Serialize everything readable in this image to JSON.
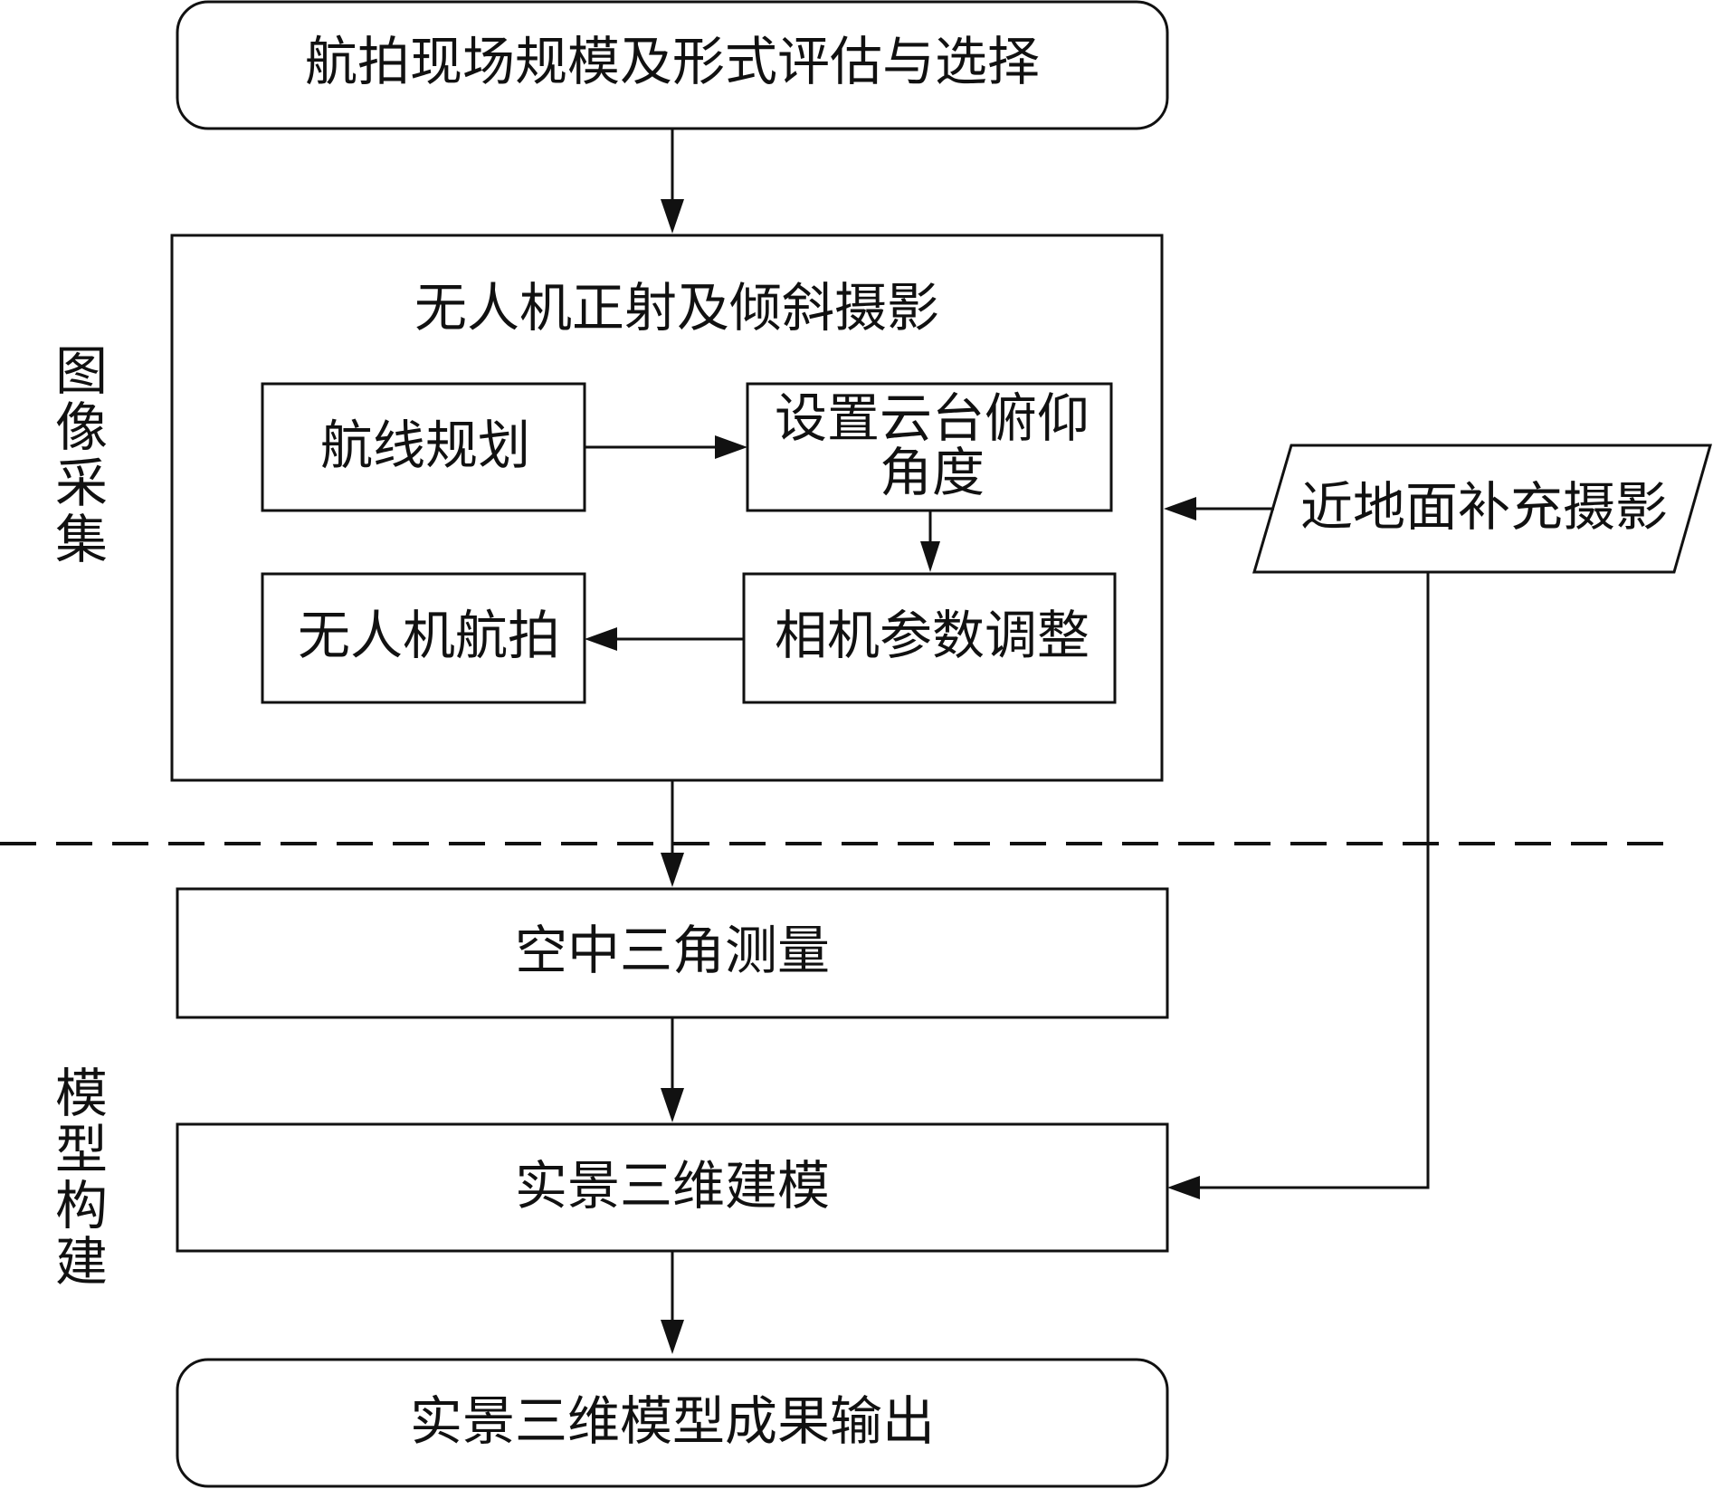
{
  "nodes": {
    "site_eval": "航拍现场规模及形式评估与选择",
    "uav_group_title": "无人机正射及倾斜摄影",
    "route_planning": "航线规划",
    "gimbal_angle_line1": "设置云台俯仰",
    "gimbal_angle_line2": "角度",
    "uav_shooting": "无人机航拍",
    "camera_params": "相机参数调整",
    "near_ground": "近地面补充摄影",
    "aerial_triangulation": "空中三角测量",
    "reality_modeling": "实景三维建模",
    "model_output": "实景三维模型成果输出"
  },
  "side_labels": {
    "image_acquisition": [
      "图",
      "像",
      "采",
      "集"
    ],
    "model_construction": [
      "模",
      "型",
      "构",
      "建"
    ]
  },
  "colors": {
    "stroke": "#111111",
    "background": "#ffffff"
  }
}
